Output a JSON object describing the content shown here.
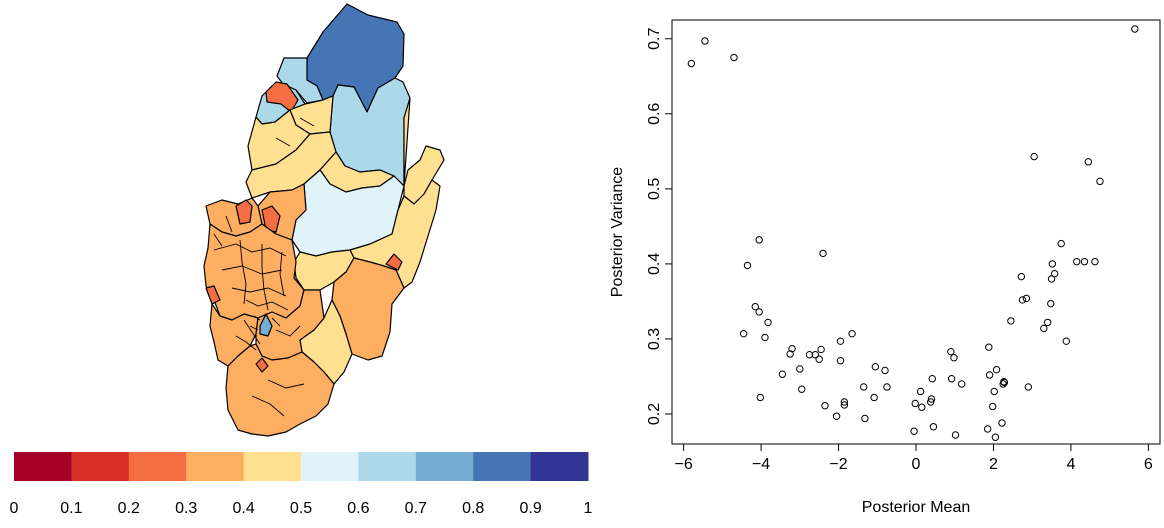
{
  "chart_data": [
    {
      "type": "map",
      "legend": {
        "type": "choropleth-colorbar",
        "tick_labels": [
          "0",
          "0.1",
          "0.2",
          "0.3",
          "0.4",
          "0.5",
          "0.6",
          "0.7",
          "0.8",
          "0.9",
          "1"
        ],
        "bins": [
          {
            "from": 0.0,
            "to": 0.1,
            "color": "#a50026"
          },
          {
            "from": 0.1,
            "to": 0.2,
            "color": "#d73027"
          },
          {
            "from": 0.2,
            "to": 0.3,
            "color": "#f46d43"
          },
          {
            "from": 0.3,
            "to": 0.4,
            "color": "#fdae61"
          },
          {
            "from": 0.4,
            "to": 0.5,
            "color": "#fee090"
          },
          {
            "from": 0.5,
            "to": 0.6,
            "color": "#e0f3f8"
          },
          {
            "from": 0.6,
            "to": 0.7,
            "color": "#abd9e9"
          },
          {
            "from": 0.7,
            "to": 0.8,
            "color": "#74add1"
          },
          {
            "from": 0.8,
            "to": 0.9,
            "color": "#4575b4"
          },
          {
            "from": 0.9,
            "to": 1.0,
            "color": "#313695"
          }
        ]
      }
    },
    {
      "type": "scatter",
      "xlabel": "Posterior Mean",
      "ylabel": "Posterior Variance",
      "xlim": [
        -6.3,
        6.3
      ],
      "ylim": [
        0.16,
        0.725
      ],
      "xticks": [
        -6,
        -4,
        -2,
        0,
        2,
        4,
        6
      ],
      "yticks": [
        0.2,
        0.3,
        0.4,
        0.5,
        0.6,
        0.7
      ],
      "xtick_labels": [
        "−6",
        "−4",
        "−2",
        "0",
        "2",
        "4",
        "6"
      ],
      "ytick_labels": [
        "0.2",
        "0.3",
        "0.4",
        "0.5",
        "0.6",
        "0.7"
      ],
      "points": [
        [
          -5.8,
          0.667
        ],
        [
          -5.45,
          0.697
        ],
        [
          -4.7,
          0.675
        ],
        [
          -4.45,
          0.307
        ],
        [
          -4.35,
          0.398
        ],
        [
          -4.15,
          0.343
        ],
        [
          -4.05,
          0.336
        ],
        [
          -4.05,
          0.432
        ],
        [
          -4.02,
          0.222
        ],
        [
          -3.9,
          0.302
        ],
        [
          -3.82,
          0.322
        ],
        [
          -3.45,
          0.253
        ],
        [
          -3.25,
          0.28
        ],
        [
          -3.2,
          0.287
        ],
        [
          -3.0,
          0.26
        ],
        [
          -2.95,
          0.233
        ],
        [
          -2.75,
          0.279
        ],
        [
          -2.6,
          0.279
        ],
        [
          -2.5,
          0.273
        ],
        [
          -2.45,
          0.286
        ],
        [
          -2.4,
          0.414
        ],
        [
          -2.35,
          0.211
        ],
        [
          -2.05,
          0.197
        ],
        [
          -1.95,
          0.297
        ],
        [
          -1.95,
          0.271
        ],
        [
          -1.85,
          0.212
        ],
        [
          -1.85,
          0.216
        ],
        [
          -1.65,
          0.307
        ],
        [
          -1.35,
          0.236
        ],
        [
          -1.32,
          0.194
        ],
        [
          -1.08,
          0.222
        ],
        [
          -1.05,
          0.263
        ],
        [
          -0.8,
          0.258
        ],
        [
          -0.75,
          0.236
        ],
        [
          -0.05,
          0.177
        ],
        [
          -0.02,
          0.214
        ],
        [
          0.12,
          0.23
        ],
        [
          0.15,
          0.209
        ],
        [
          0.38,
          0.216
        ],
        [
          0.4,
          0.22
        ],
        [
          0.42,
          0.247
        ],
        [
          0.45,
          0.183
        ],
        [
          0.9,
          0.283
        ],
        [
          0.92,
          0.247
        ],
        [
          0.98,
          0.275
        ],
        [
          1.02,
          0.172
        ],
        [
          1.18,
          0.24
        ],
        [
          1.85,
          0.18
        ],
        [
          1.88,
          0.289
        ],
        [
          1.9,
          0.252
        ],
        [
          1.98,
          0.21
        ],
        [
          2.02,
          0.23
        ],
        [
          2.05,
          0.169
        ],
        [
          2.08,
          0.259
        ],
        [
          2.22,
          0.188
        ],
        [
          2.25,
          0.24
        ],
        [
          2.27,
          0.243
        ],
        [
          2.28,
          0.242
        ],
        [
          2.45,
          0.324
        ],
        [
          2.72,
          0.383
        ],
        [
          2.75,
          0.352
        ],
        [
          2.85,
          0.354
        ],
        [
          2.9,
          0.236
        ],
        [
          3.05,
          0.543
        ],
        [
          3.3,
          0.314
        ],
        [
          3.4,
          0.322
        ],
        [
          3.48,
          0.347
        ],
        [
          3.5,
          0.38
        ],
        [
          3.52,
          0.4
        ],
        [
          3.58,
          0.387
        ],
        [
          3.75,
          0.427
        ],
        [
          3.88,
          0.297
        ],
        [
          4.15,
          0.403
        ],
        [
          4.35,
          0.403
        ],
        [
          4.45,
          0.536
        ],
        [
          4.62,
          0.403
        ],
        [
          4.75,
          0.51
        ],
        [
          5.65,
          0.713
        ]
      ]
    }
  ]
}
